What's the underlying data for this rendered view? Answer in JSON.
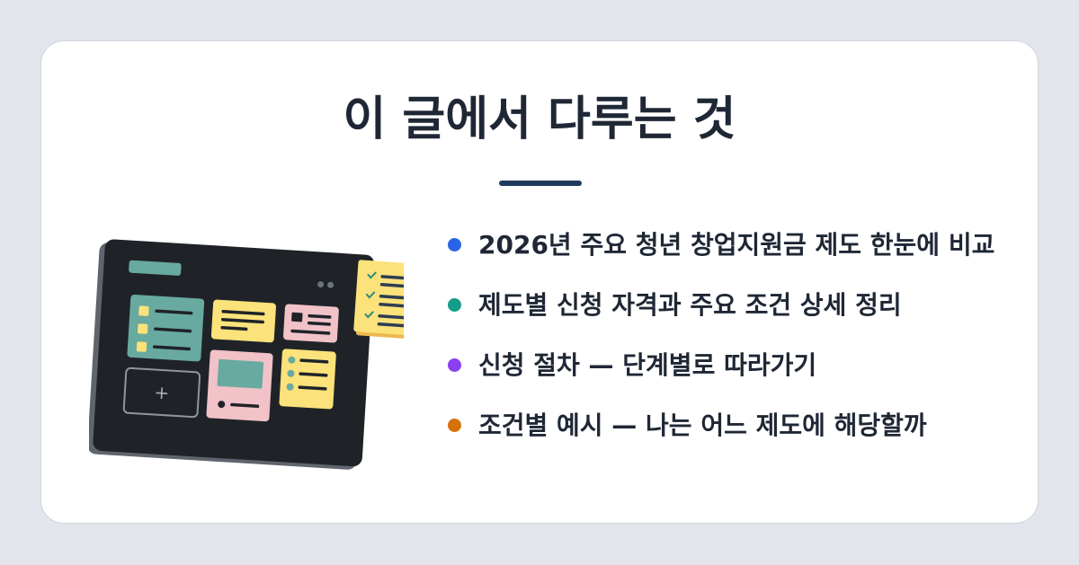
{
  "title": "이 글에서 다루는 것",
  "items": [
    {
      "text": "2026년 주요 청년 창업지원금 제도 한눈에 비교",
      "color": "#2b63e8"
    },
    {
      "text": "제도별 신청 자격과 주요 조건 상세 정리",
      "color": "#159c8a"
    },
    {
      "text": "신청 절차 — 단계별로 따라가기",
      "color": "#8a3ff0"
    },
    {
      "text": "조건별 예시 — 나는 어느 제도에 해당할까",
      "color": "#d6720c"
    }
  ],
  "illustration": {
    "icon": "dashboard-checklist-icon",
    "plus_symbol": "+",
    "colors": {
      "screen": "#1f2328",
      "teal": "#68aa9f",
      "yellow": "#fbe27a",
      "pink": "#f1c2c8",
      "accent": "#2e8c78"
    }
  }
}
